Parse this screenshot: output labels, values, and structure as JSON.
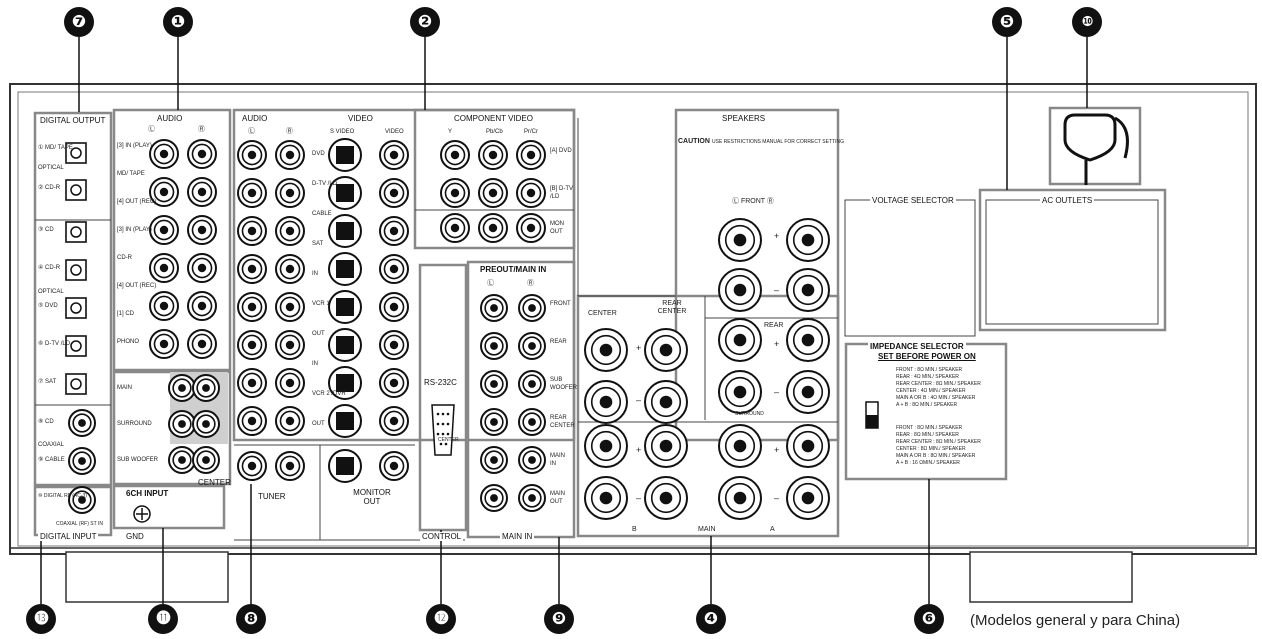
{
  "diagram": {
    "callouts": {
      "c1": "❶",
      "c2": "❷",
      "c4": "❹",
      "c5": "❺",
      "c6": "❻",
      "c7": "❼",
      "c8": "❽",
      "c9": "❾",
      "c10": "❿",
      "c11": "⓫",
      "c12": "⓬",
      "c13": "⓭"
    },
    "caption": "(Modelos general y para China)",
    "sections": {
      "digital_output": "DIGITAL OUTPUT",
      "digital_input": "DIGITAL INPUT",
      "audio_left": "AUDIO",
      "audio_mid": "AUDIO",
      "video": "VIDEO",
      "component_video": "COMPONENT VIDEO",
      "speakers": "SPEAKERS",
      "voltage_selector": "VOLTAGE SELECTOR",
      "ac_outlets": "AC OUTLETS",
      "impedance_selector": "IMPEDANCE SELECTOR",
      "set_before": "SET BEFORE POWER ON",
      "preout_main_in": "PREOUT/MAIN IN",
      "main_in": "MAIN IN",
      "tuner": "TUNER",
      "monitor_out": "MONITOR OUT",
      "six_ch_input": "6CH INPUT",
      "center": "CENTER",
      "gnd": "GND",
      "rs232c": "RS-232C",
      "control": "CONTROL",
      "caution": "CAUTION"
    },
    "digital_out_rows": [
      {
        "num": "①",
        "label": "MD/ TAPE"
      },
      {
        "num": "",
        "label": "OPTICAL"
      },
      {
        "num": "②",
        "label": "CD-R"
      }
    ],
    "digital_in_rows": [
      {
        "num": "③",
        "label": "CD"
      },
      {
        "num": "④",
        "label": "CD-R"
      },
      {
        "num": "⑤",
        "label": "DVD"
      },
      {
        "num": "⑥",
        "label": "D-TV /LD"
      },
      {
        "num": "⑦",
        "label": "SAT"
      },
      {
        "num": "⑧",
        "label": "CD"
      },
      {
        "num": "⑨",
        "label": "CABLE"
      }
    ],
    "optical": "OPTICAL",
    "coaxial": "COAXIAL",
    "rf_label": "DIGITAL RF (AC-3)",
    "rf_num": "⑩",
    "coaxial_rf": "COAXIAL (RF) ST IN",
    "audio_rows": [
      {
        "tag": "3",
        "label": "IN (PLAY)"
      },
      {
        "tag": "",
        "label": "MD/ TAPE"
      },
      {
        "tag": "4",
        "label": "OUT (REC)"
      },
      {
        "tag": "3",
        "label": "IN (PLAY)"
      },
      {
        "tag": "",
        "label": "CD-R"
      },
      {
        "tag": "4",
        "label": "OUT (REC)"
      },
      {
        "tag": "1",
        "label": "CD"
      },
      {
        "tag": "",
        "label": "PHONO"
      }
    ],
    "six_ch_rows": [
      "MAIN",
      "SURROUND",
      "SUB WOOFER"
    ],
    "video_rows": [
      "DVD",
      "D-TV /LD",
      "CABLE",
      "SAT",
      "IN",
      "VCR 1",
      "OUT",
      "IN",
      "VCR 2 /DVR",
      "OUT"
    ],
    "video_col_heads": [
      "S VIDEO",
      "VIDEO"
    ],
    "comp_heads": [
      "Y",
      "Pb/Cb",
      "Pr/Cr"
    ],
    "comp_rows": [
      {
        "tag": "A",
        "label": "DVD"
      },
      {
        "tag": "B",
        "label": "D-TV /LD"
      },
      {
        "tag": "",
        "label": "MON OUT"
      }
    ],
    "preout_rows": [
      "FRONT",
      "REAR",
      "SUB WOOFER",
      "REAR CENTER",
      "MAIN IN",
      "MAIN OUT"
    ],
    "center_label": "CENTER",
    "speaker_labels": [
      "FRONT",
      "REAR",
      "CENTER",
      "REAR CENTER",
      "SURROUND",
      "MAIN",
      "B",
      "A"
    ],
    "speaker_caution": "USE RESTRICTIONS MANUAL FOR CORRECT SETTING",
    "imp_table_top": [
      "FRONT : 8Ω MIN./ SPEAKER",
      "REAR : 4Ω MIN./ SPEAKER",
      "REAR CENTER : 8Ω MIN./ SPEAKER",
      "CENTER : 4Ω MIN./ SPEAKER",
      "MAIN A OR B : 4Ω MIN./ SPEAKER",
      "A + B : 8Ω MIN./ SPEAKER"
    ],
    "imp_table_bot": [
      "FRONT : 8Ω MIN./ SPEAKER",
      "REAR : 8Ω MIN./ SPEAKER",
      "REAR CENTER : 8Ω MIN./ SPEAKER",
      "CENTER : 8Ω MIN./ SPEAKER",
      "MAIN A OR B : 8Ω MIN./ SPEAKER",
      "A + B : 16 ΩMIN./ SPEAKER"
    ],
    "plus": "+",
    "minus": "–",
    "lr": [
      "Ⓛ",
      "Ⓡ"
    ]
  }
}
